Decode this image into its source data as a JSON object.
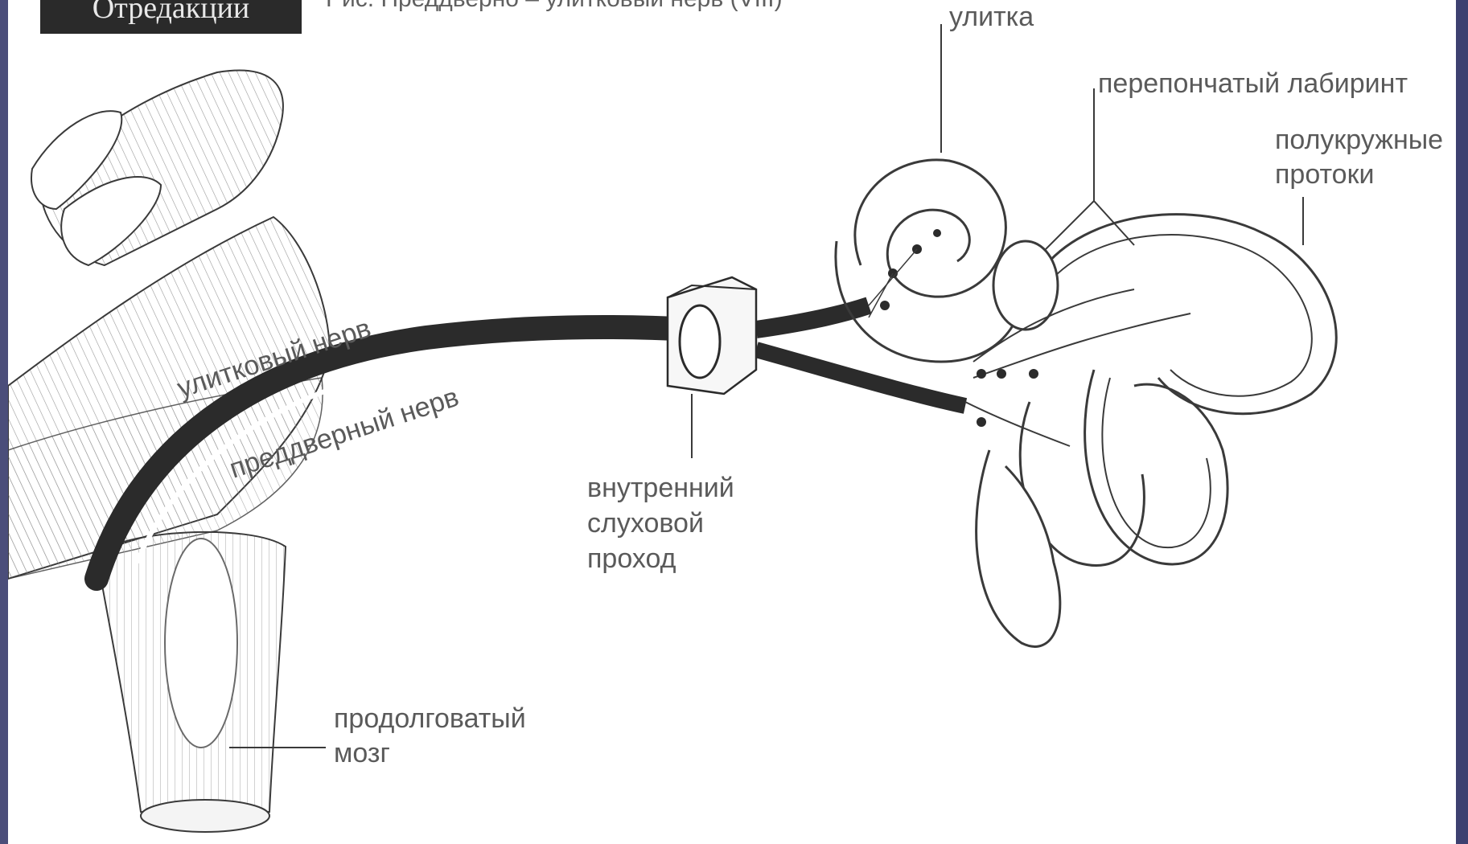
{
  "header": {
    "badge_text": "Отредакции",
    "caption": "Рис. Преддверно – улитковый нерв (VIII)"
  },
  "labels": {
    "cochlea": "улитка",
    "membranous_labyrinth": "перепончатый лабиринт",
    "semicircular_ducts_line1": "полукружные",
    "semicircular_ducts_line2": "протоки",
    "cochlear_nerve": "улитковый нерв",
    "vestibular_nerve": "преддверный нерв",
    "internal_canal_line1": "внутренний",
    "internal_canal_line2": "слуховой",
    "internal_canal_line3": "проход",
    "medulla_line1": "продолговатый",
    "medulla_line2": "мозг"
  },
  "colors": {
    "frame": "#4b4e7a",
    "ink": "#2b2b2b",
    "label": "#5a5a5a"
  }
}
